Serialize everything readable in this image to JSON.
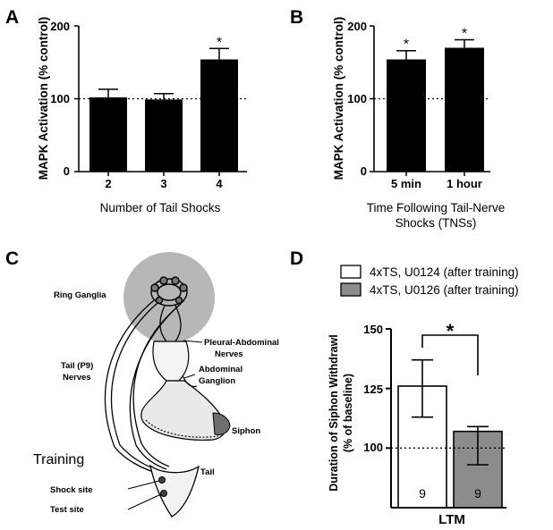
{
  "panels": {
    "a": {
      "letter": "A"
    },
    "b": {
      "letter": "B"
    },
    "c": {
      "letter": "C",
      "labels": {
        "ring_ganglia": "Ring Ganglia",
        "pleural_abdominal_1": "Pleural-Abdominal",
        "pleural_abdominal_2": "Nerves",
        "abdominal_ganglion_1": "Abdominal",
        "abdominal_ganglion_2": "Ganglion",
        "tail_nerves_1": "Tail (P9)",
        "tail_nerves_2": "Nerves",
        "siphon": "Siphon",
        "training": "Training",
        "tail": "Tail",
        "shock_site": "Shock site",
        "test_site": "Test site"
      },
      "colors": {
        "ganglia_circle": "#b7b7b7",
        "siphon_tip": "#6e6e6e"
      }
    },
    "d": {
      "letter": "D"
    }
  },
  "chart_data": [
    {
      "id": "A",
      "type": "bar",
      "categories": [
        "2",
        "3",
        "4"
      ],
      "values": [
        102,
        99,
        154
      ],
      "errors": [
        11,
        8,
        15
      ],
      "significance": [
        "",
        "",
        "*"
      ],
      "ylabel": "MAPK Activation (% control)",
      "xlabel": "Number of Tail Shocks",
      "ylim": [
        0,
        200
      ],
      "yticks": [
        "0",
        "100",
        "200"
      ],
      "reference_line": 100,
      "bar_color": "#000000"
    },
    {
      "id": "B",
      "type": "bar",
      "categories": [
        "5 min",
        "1 hour"
      ],
      "values": [
        154,
        170
      ],
      "errors": [
        12,
        11
      ],
      "significance": [
        "*",
        "*"
      ],
      "ylabel": "MAPK Activation (% control)",
      "xlabel_lines": [
        "Time Following Tail-Nerve",
        "Shocks (TNSs)"
      ],
      "ylim": [
        0,
        200
      ],
      "yticks": [
        "0",
        "100",
        "200"
      ],
      "reference_line": 100,
      "bar_color": "#000000"
    },
    {
      "id": "D",
      "type": "bar",
      "categories": [
        "LTM"
      ],
      "series": [
        {
          "name": "4xTS, U0124 (after training)",
          "value": 126,
          "error_low": 13,
          "error_high": 11,
          "n": "9",
          "color": "#ffffff"
        },
        {
          "name": "4xTS, U0126 (after training)",
          "value": 107,
          "error_low": 14,
          "error_high": 2,
          "n": "9",
          "color": "#8c8c8c"
        }
      ],
      "ylabel_lines": [
        "Duration of Siphon Withdrawl",
        "(% of baseline)"
      ],
      "ylim": [
        75,
        150
      ],
      "yticks": [
        "100",
        "125",
        "150"
      ],
      "reference_line": 100,
      "significance": "*",
      "legend_position": "top"
    }
  ]
}
